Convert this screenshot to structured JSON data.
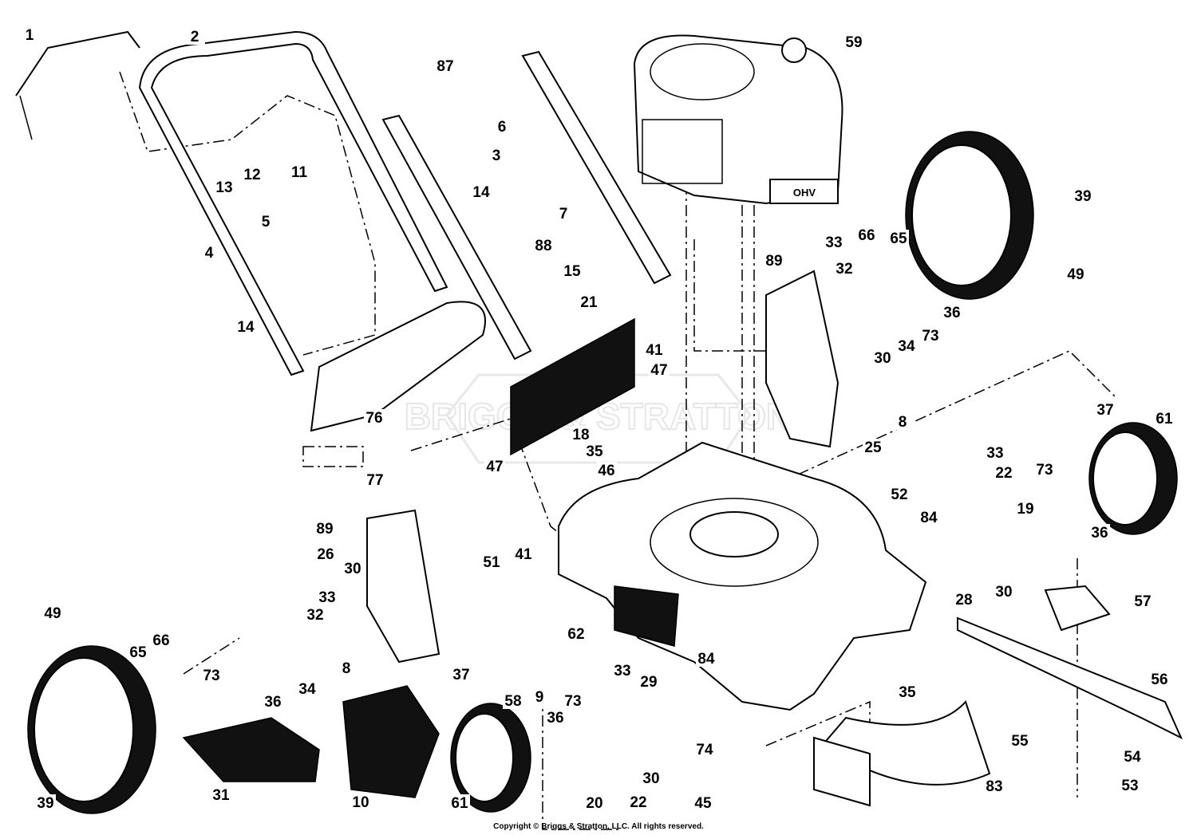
{
  "diagram": {
    "watermark": "BRIGGS & STRATTON",
    "engine_badge": "OHV",
    "callouts": [
      "1",
      "2",
      "87",
      "59",
      "6",
      "3",
      "11",
      "12",
      "13",
      "14",
      "7",
      "39",
      "5",
      "4",
      "33",
      "88",
      "66",
      "65",
      "89",
      "32",
      "15",
      "49",
      "21",
      "36",
      "14",
      "73",
      "34",
      "41",
      "30",
      "47",
      "76",
      "37",
      "61",
      "8",
      "18",
      "25",
      "35",
      "33",
      "22",
      "73",
      "47",
      "46",
      "77",
      "52",
      "84",
      "19",
      "89",
      "26",
      "51",
      "41",
      "36",
      "30",
      "28",
      "30",
      "57",
      "33",
      "49",
      "32",
      "62",
      "65",
      "66",
      "8",
      "37",
      "33",
      "29",
      "84",
      "9",
      "73",
      "34",
      "36",
      "58",
      "35",
      "56",
      "73",
      "36",
      "74",
      "55",
      "54",
      "39",
      "31",
      "10",
      "61",
      "20",
      "22",
      "30",
      "45",
      "83",
      "53"
    ]
  },
  "footer": {
    "copyright": "Copyright © Briggs & Stratton, LLC. All rights reserved."
  }
}
